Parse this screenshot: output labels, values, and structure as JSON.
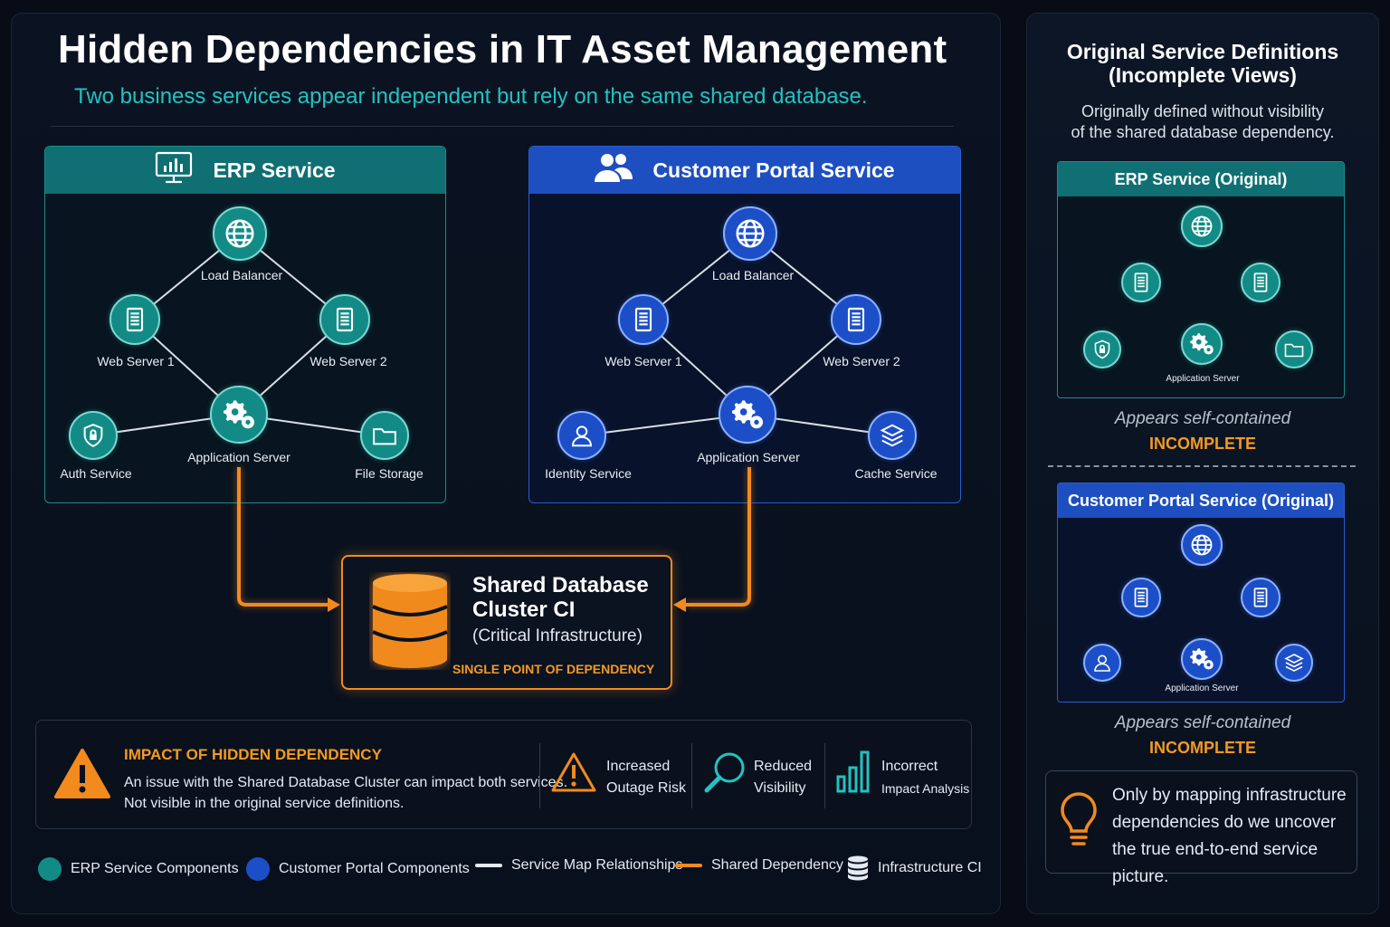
{
  "title": "Hidden Dependencies in IT Asset Management",
  "subtitle": "Two business services appear independent but rely on the same shared database.",
  "erp": {
    "title": "ERP Service",
    "nodes": {
      "load_balancer": "Load Balancer",
      "web1": "Web Server 1",
      "web2": "Web Server 2",
      "app": "Application Server",
      "auth": "Auth Service",
      "file": "File Storage"
    }
  },
  "portal": {
    "title": "Customer Portal Service",
    "nodes": {
      "load_balancer": "Load Balancer",
      "web1": "Web Server 1",
      "web2": "Web Server 2",
      "app": "Application Server",
      "identity": "Identity Service",
      "cache": "Cache Service"
    }
  },
  "shared_db": {
    "title": "Shared Database Cluster CI",
    "subtitle": "(Critical Infrastructure)",
    "tag": "SINGLE POINT OF DEPENDENCY"
  },
  "impact": {
    "title": "IMPACT OF HIDDEN DEPENDENCY",
    "line1": "An issue with the Shared Database Cluster can impact both services.",
    "line2": "Not visible in the original service definitions.",
    "metrics": [
      {
        "line1": "Increased",
        "line2": "Outage Risk"
      },
      {
        "line1": "Reduced",
        "line2": "Visibility"
      },
      {
        "line1": "Incorrect",
        "line2": "Impact Analysis"
      }
    ]
  },
  "legend": {
    "erp": "ERP Service Components",
    "portal": "Customer Portal Components",
    "relationships": "Service Map Relationships",
    "shared": "Shared Dependency",
    "infra": "Infrastructure CI"
  },
  "side": {
    "title_line1": "Original Service Definitions",
    "title_line2": "(Incomplete Views)",
    "text_line1": "Originally defined without visibility",
    "text_line2": "of the shared database dependency.",
    "erp_original": "ERP Service (Original)",
    "erp_app_label": "Application Server",
    "portal_original": "Customer Portal Service (Original)",
    "portal_app_label": "Application Server",
    "appears": "Appears self-contained",
    "incomplete": "INCOMPLETE",
    "insight": "Only by mapping infrastructure dependencies do we uncover the true end-to-end service picture."
  },
  "colors": {
    "teal": "#128b86",
    "blue": "#1c4fc7",
    "orange": "#f38a1e",
    "accent_text": "#22c3c0",
    "background": "#070c16"
  },
  "icons": [
    "monitor-chart-icon",
    "users-icon",
    "globe-icon",
    "server-icon",
    "gear-icon",
    "shield-icon",
    "folder-icon",
    "user-icon",
    "stack-icon",
    "database-icon",
    "warning-icon",
    "magnifier-icon",
    "bar-chart-icon",
    "lightbulb-icon"
  ]
}
